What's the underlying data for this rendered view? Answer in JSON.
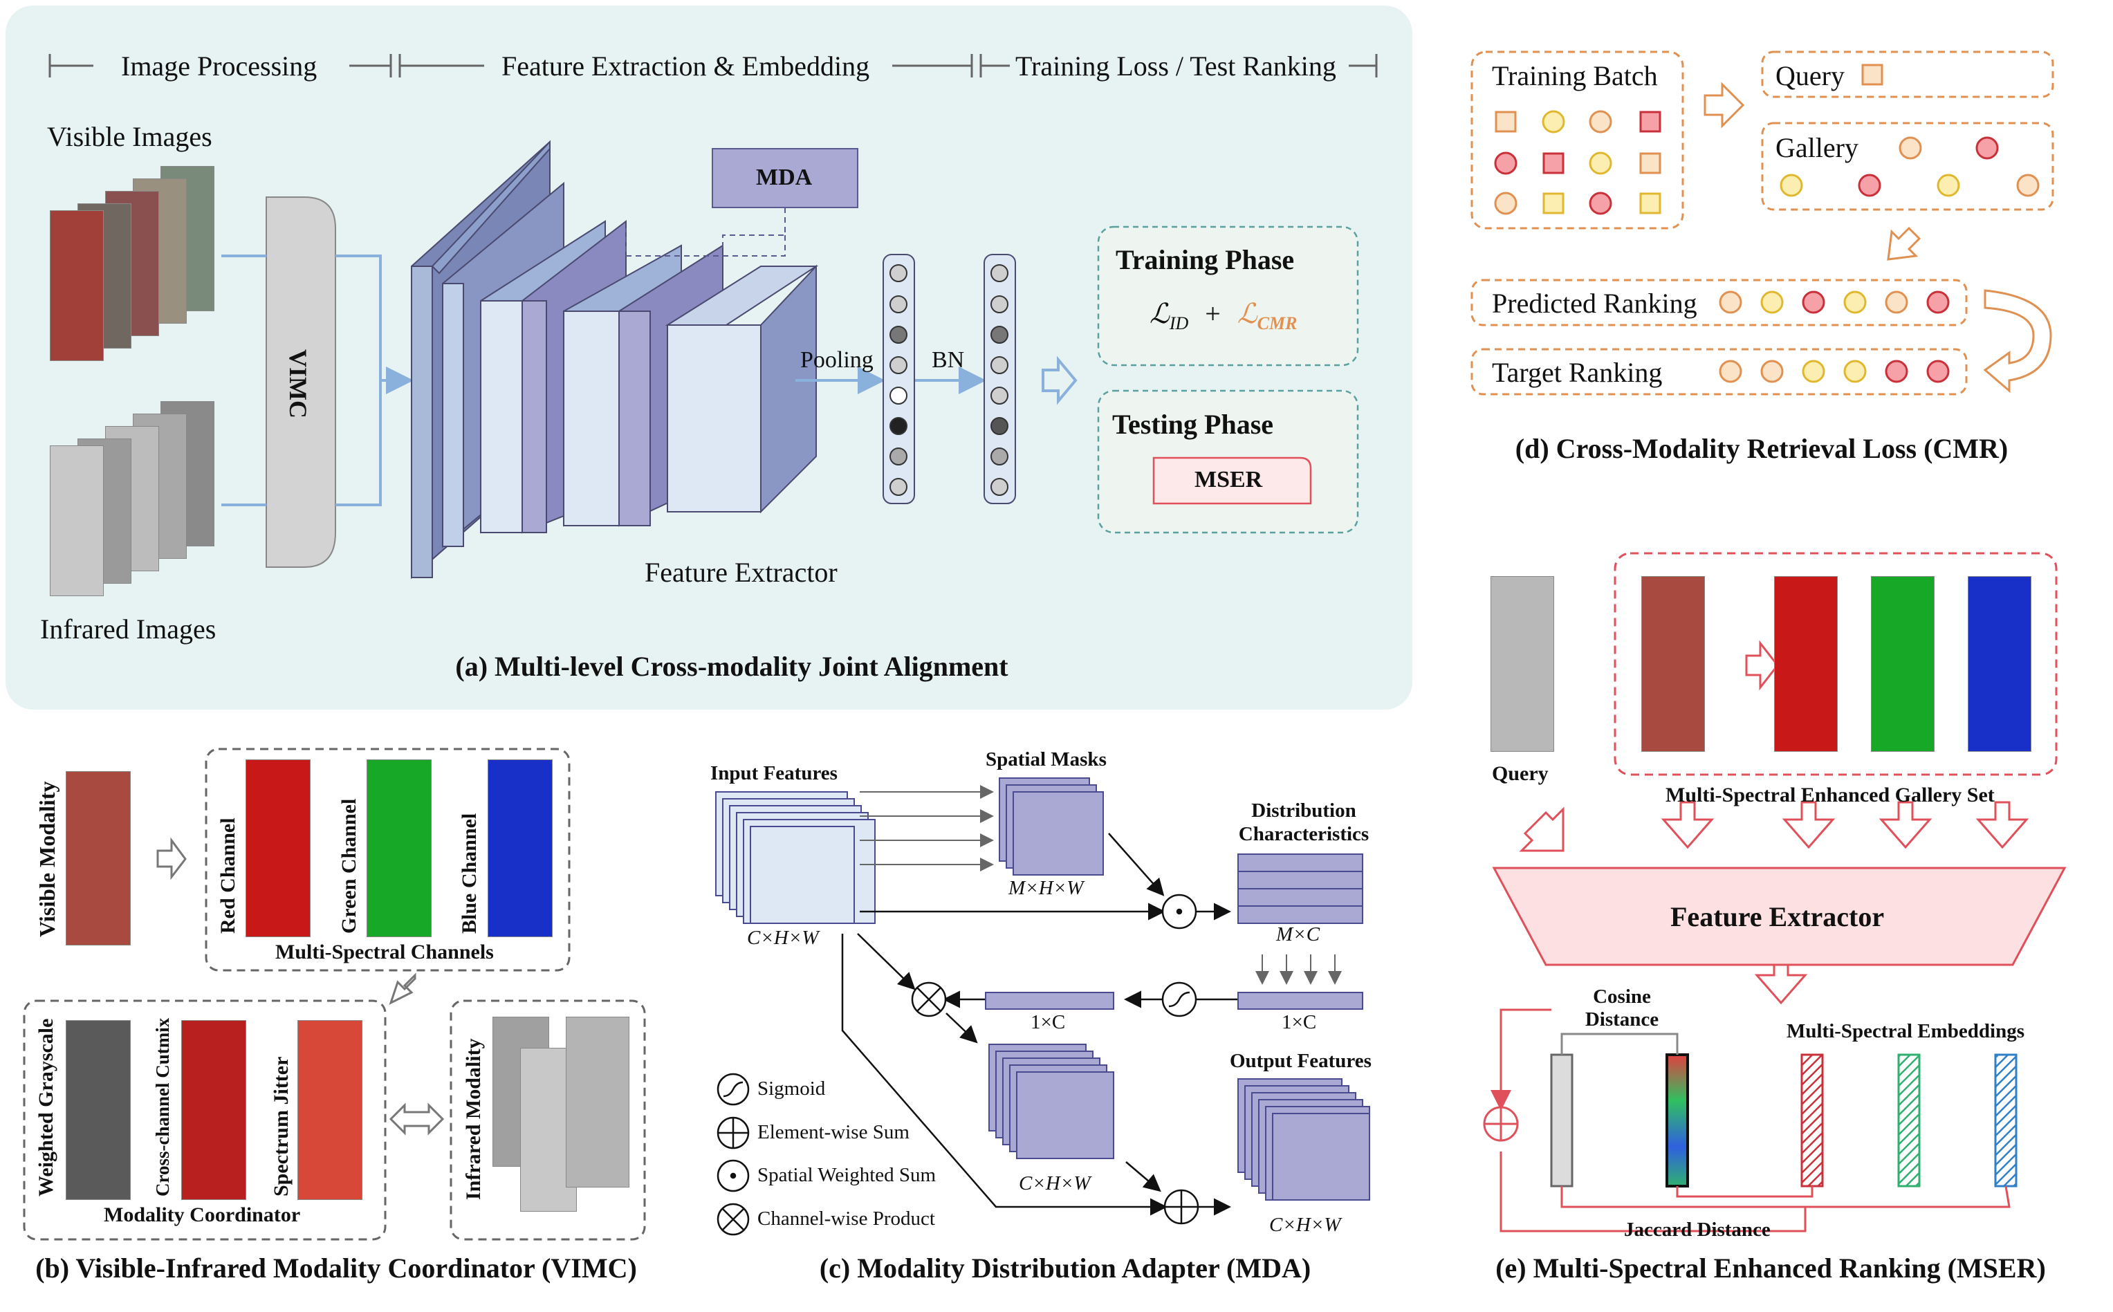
{
  "colors": {
    "panel_a_bg": "#e7f3f3",
    "panel_b_bg": "#ececec",
    "panel_c_bg": "#e9e9f4",
    "panel_d_bg": "#fbf0ea",
    "panel_e_bg": "#fbeeee",
    "block_purple": "#a9a9d4",
    "block_light": "#dde8f4",
    "arrow_blue": "#8ab0dc",
    "orange": "#e09050",
    "red": "#e0505a",
    "yellow": "#f0c830"
  },
  "panel_a": {
    "stage_labels": [
      "Image Processing",
      "Feature Extraction & Embedding",
      "Training Loss / Test Ranking"
    ],
    "visible_images": "Visible Images",
    "infrared_images": "Infrared Images",
    "vimc_block": "VIMC",
    "mda_block": "MDA",
    "pooling": "Pooling",
    "bn": "BN",
    "feature_extractor": "Feature Extractor",
    "training_phase": "Training Phase",
    "loss_id": "ℒ",
    "loss_id_sub": "ID",
    "loss_plus": "+",
    "loss_cmr": "ℒ",
    "loss_cmr_sub": "CMR",
    "testing_phase": "Testing Phase",
    "mser_box": "MSER",
    "caption": "(a) Multi-level Cross-modality Joint Alignment"
  },
  "panel_b": {
    "visible_modality": "Visible Modality",
    "red_channel": "Red Channel",
    "green_channel": "Green Channel",
    "blue_channel": "Blue Channel",
    "multi_spectral_channels": "Multi-Spectral Channels",
    "weighted_grayscale": "Weighted Grayscale",
    "cross_channel_cutmix": "Cross-channel Cutmix",
    "spectrum_jitter": "Spectrum Jitter",
    "modality_coordinator": "Modality Coordinator",
    "infrared_modality": "Infrared Modality",
    "caption": "(b) Visible-Infrared Modality Coordinator (VIMC)"
  },
  "panel_c": {
    "input_features": "Input Features",
    "chw_in": "C×H×W",
    "spatial_masks": "Spatial Masks",
    "mhw": "M×H×W",
    "distribution_characteristics": "Distribution Characteristics",
    "mc": "M×C",
    "onec_a": "1×C",
    "onec_b": "1×C",
    "chw_mid": "C×H×W",
    "output_features": "Output Features",
    "chw_out": "C×H×W",
    "legend": [
      "Sigmoid",
      "Element-wise Sum",
      "Spatial Weighted Sum",
      "Channel-wise Product"
    ],
    "caption": "(c) Modality Distribution Adapter (MDA)"
  },
  "panel_d": {
    "training_batch": "Training Batch",
    "query": "Query",
    "gallery": "Gallery",
    "predicted_ranking": "Predicted Ranking",
    "target_ranking": "Target Ranking",
    "caption": "(d) Cross-Modality Retrieval Loss (CMR)"
  },
  "panel_e": {
    "query": "Query",
    "gallery_set": "Multi-Spectral Enhanced Gallery Set",
    "feature_extractor": "Feature Extractor",
    "cosine_distance": "Cosine Distance",
    "multi_spectral_embeddings": "Multi-Spectral Embeddings",
    "jaccard_distance": "Jaccard Distance",
    "caption": "(e) Multi-Spectral Enhanced Ranking (MSER)"
  }
}
